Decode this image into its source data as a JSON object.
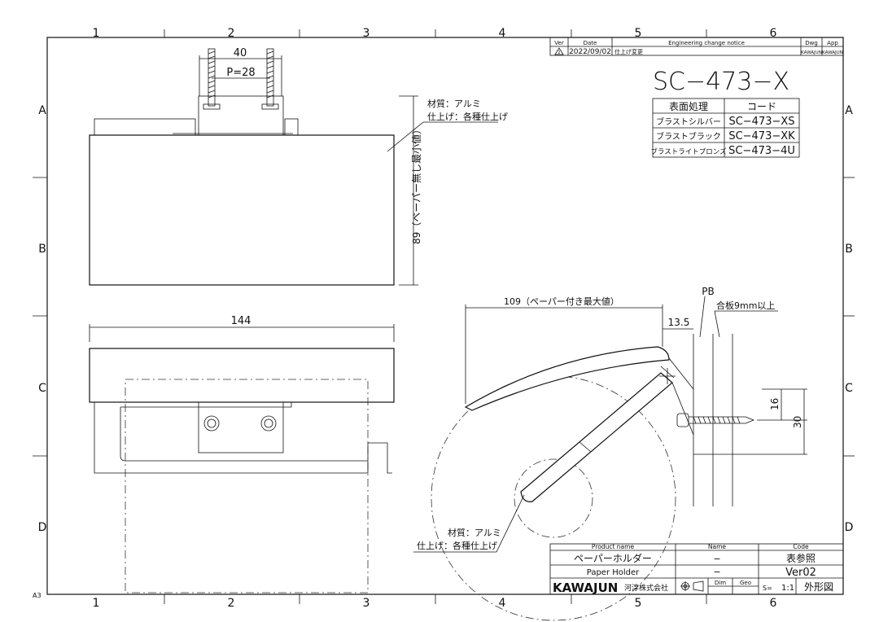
{
  "sheet": {
    "size_label": "A3",
    "col_labels": [
      "1",
      "2",
      "3",
      "4",
      "5",
      "6"
    ],
    "row_labels": [
      "A",
      "B",
      "C",
      "D"
    ]
  },
  "revision": {
    "headers": {
      "ver": "Ver",
      "date": "Date",
      "notice": "Engineering change notice",
      "dwg": "Dwg",
      "app": "App"
    },
    "row": {
      "mark": "2",
      "date": "2022/09/02",
      "notice": "仕上げ変更",
      "dwg": "KAWAJUN",
      "app": "KAWAJUN"
    }
  },
  "model": {
    "title": "SC−473−X",
    "finish_table": {
      "headers": [
        "表面処理",
        "コード"
      ],
      "rows": [
        [
          "ブラストシルバー",
          "SC−473−XS"
        ],
        [
          "ブラストブラック",
          "SC−473−XK"
        ],
        [
          "ブラストライトブロンズ",
          "SC−473−4U"
        ]
      ]
    }
  },
  "notes": {
    "material_top": "材質：アルミ",
    "finish_top": "仕上げ：各種仕上げ",
    "material_bottom": "材質：アルミ",
    "finish_bottom": "仕上げ：各種仕上げ"
  },
  "dimensions": {
    "screw_span": "40",
    "pitch": "P=28",
    "height": "89（ペーパー無し最小値）",
    "width": "144",
    "depth": "109（ペーパー付き最大値）",
    "offset": "13.5",
    "board_label": "PB",
    "plywood_label": "合板9mm以上",
    "screw_dim_a": "16",
    "screw_dim_b": "30"
  },
  "title_block": {
    "product_name_header": "Product name",
    "name_header": "Name",
    "code_header": "Code",
    "product_jp": "ペーパーホルダー",
    "product_en": "Paper Holder",
    "name_1": "−",
    "name_2": "−",
    "code_1": "表参照",
    "code_2": "Ver02",
    "company_logo": "KAWAJUN",
    "company_name": "河淳株式会社",
    "dim_label": "Dim",
    "geo_label": "Geo",
    "scale_label": "S=",
    "scale_value": "1:1",
    "drawing_type": "外形図"
  }
}
